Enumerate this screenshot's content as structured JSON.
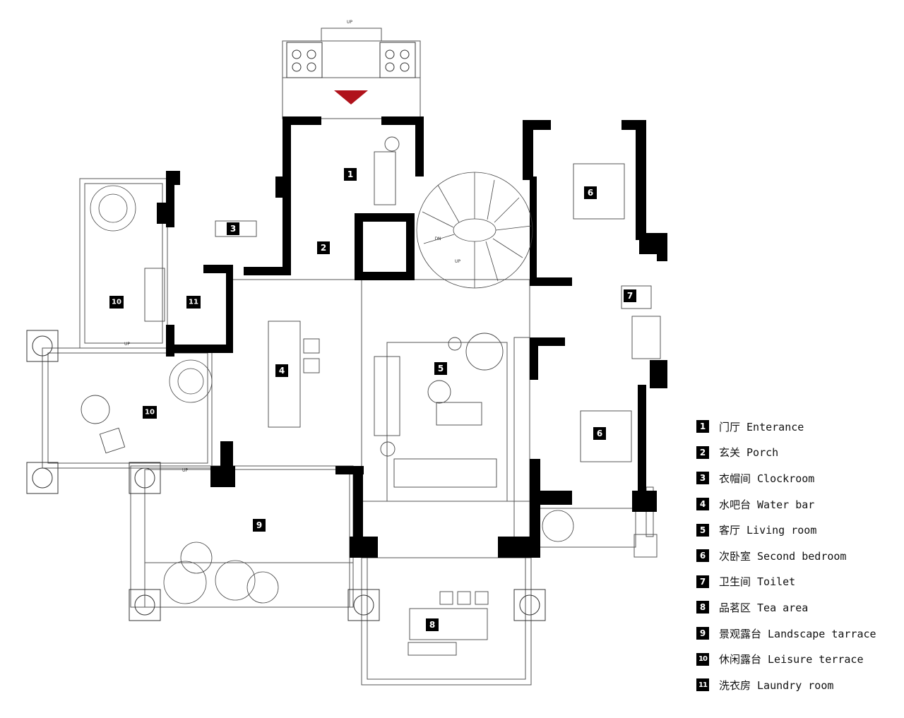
{
  "plan": {
    "room_tags": [
      {
        "key": "entrance",
        "num": "1"
      },
      {
        "key": "porch",
        "num": "2"
      },
      {
        "key": "cloakroom",
        "num": "3"
      },
      {
        "key": "water_bar",
        "num": "4"
      },
      {
        "key": "living_room",
        "num": "5"
      },
      {
        "key": "bedroom_a",
        "num": "6"
      },
      {
        "key": "bedroom_b",
        "num": "6"
      },
      {
        "key": "toilet",
        "num": "7"
      },
      {
        "key": "tea_area",
        "num": "8"
      },
      {
        "key": "landscape_terrace",
        "num": "9"
      },
      {
        "key": "leisure_terrace_a",
        "num": "10"
      },
      {
        "key": "leisure_terrace_b",
        "num": "10"
      },
      {
        "key": "laundry",
        "num": "11"
      }
    ],
    "stair_labels": {
      "up": "UP",
      "down": "DN"
    },
    "entry_marker_color": "#b0121b",
    "wall_color": "#000000",
    "line_color": "#555555"
  },
  "legend": [
    {
      "num": "1",
      "label": "门厅 Enterance"
    },
    {
      "num": "2",
      "label": "玄关 Porch"
    },
    {
      "num": "3",
      "label": "衣帽间 Clockroom"
    },
    {
      "num": "4",
      "label": "水吧台 Water bar"
    },
    {
      "num": "5",
      "label": "客厅 Living room"
    },
    {
      "num": "6",
      "label": "次卧室 Second bedroom"
    },
    {
      "num": "7",
      "label": "卫生间 Toilet"
    },
    {
      "num": "8",
      "label": "品茗区 Tea area"
    },
    {
      "num": "9",
      "label": "景观露台 Landscape tarrace"
    },
    {
      "num": "10",
      "label": "休闲露台 Leisure terrace"
    },
    {
      "num": "11",
      "label": "洗衣房 Laundry room"
    }
  ]
}
